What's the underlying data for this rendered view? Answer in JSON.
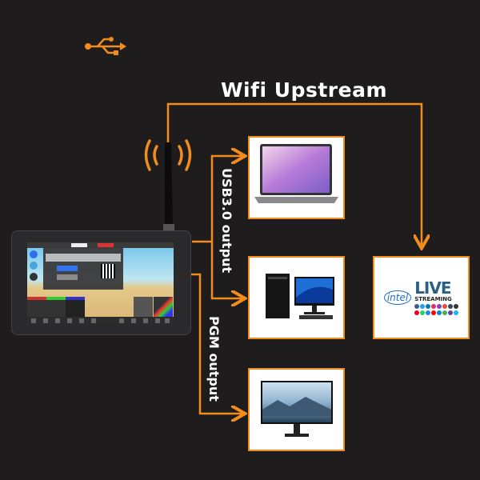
{
  "labels": {
    "wifi_upstream": "Wifi Upstream",
    "usb_output": "USB3.0 output",
    "pgm_output": "PGM output"
  },
  "live_box": {
    "brand": "intel",
    "title": "LIVE",
    "subtitle": "STREAMING"
  },
  "colors": {
    "accent": "#f28c1c",
    "background": "#1e1c1d"
  },
  "icons": [
    "usb-icon",
    "wifi-signal-icon",
    "laptop-icon",
    "desktop-pc-icon",
    "monitor-icon"
  ]
}
